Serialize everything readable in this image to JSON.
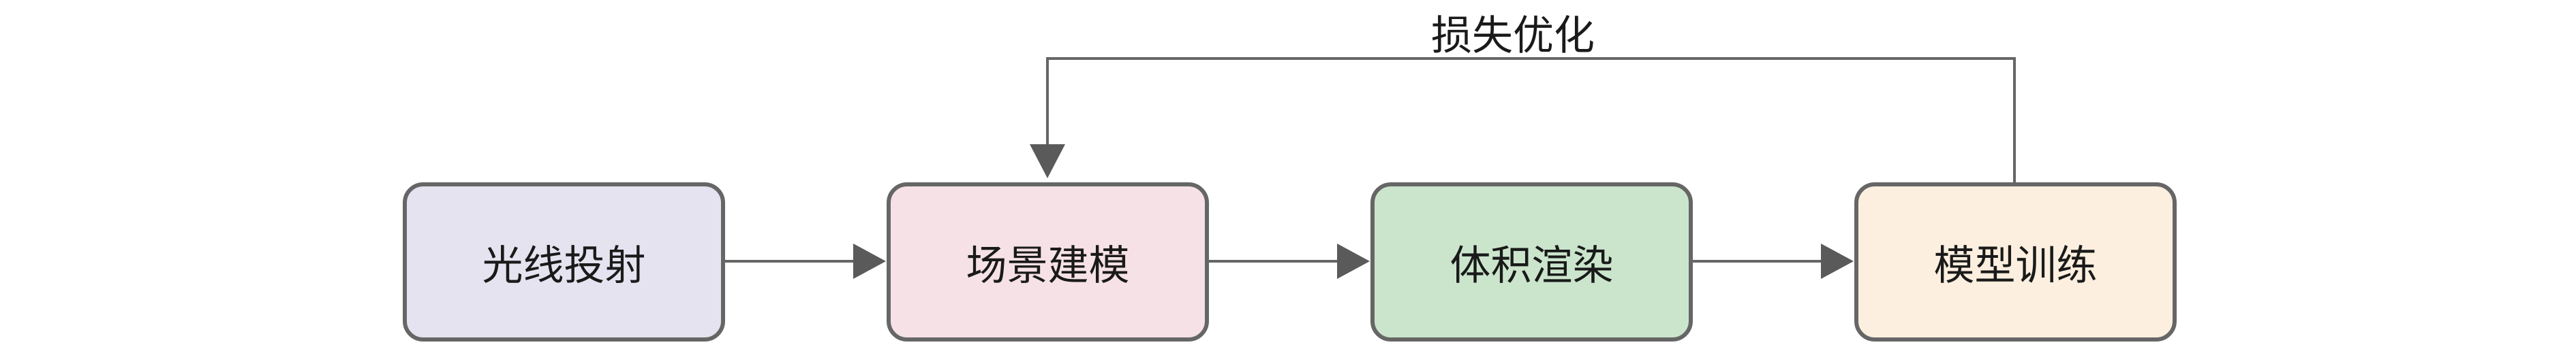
{
  "nodes": [
    {
      "label": "光线投射",
      "fill": "#e6e3f0"
    },
    {
      "label": "场景建模",
      "fill": "#f5e1e6"
    },
    {
      "label": "体积渲染",
      "fill": "#cbe5cc"
    },
    {
      "label": "模型训练",
      "fill": "#fcefdf"
    }
  ],
  "feedback_label": "损失优化",
  "colors": {
    "stroke": "#666666",
    "arrow": "#5a5a5a"
  }
}
